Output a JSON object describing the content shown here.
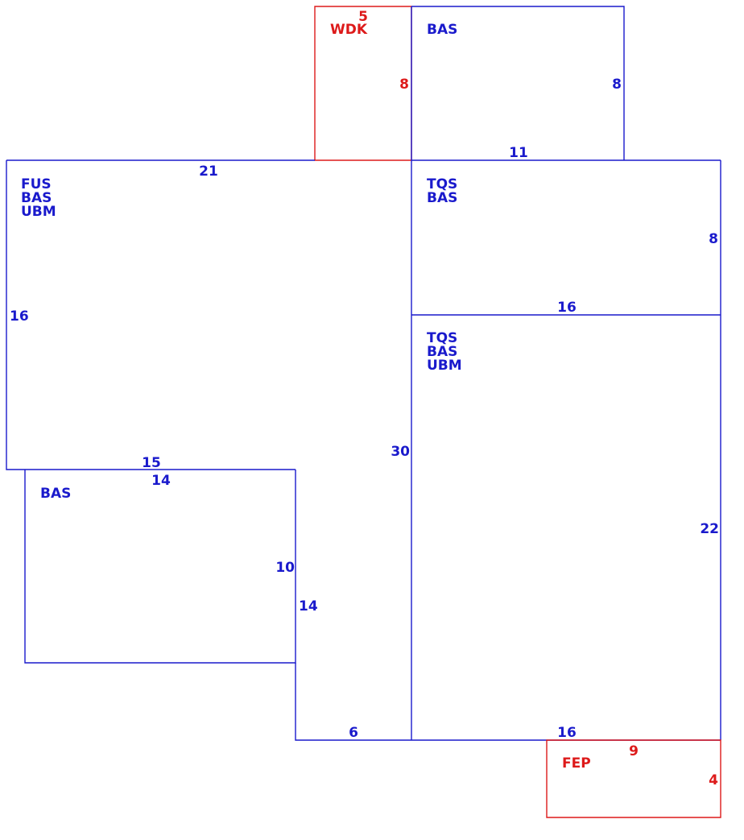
{
  "colors": {
    "main": "#1a1acc",
    "accent": "#dd1a1a",
    "background": "#ffffff"
  },
  "areas": [
    {
      "id": "wdk",
      "codes": [
        "WDK"
      ],
      "color": "accent"
    },
    {
      "id": "upper-right",
      "codes": [
        "BAS"
      ],
      "color": "main"
    },
    {
      "id": "left-main",
      "codes": [
        "FUS",
        "BAS",
        "UBM"
      ],
      "color": "main"
    },
    {
      "id": "right-upper",
      "codes": [
        "TQS",
        "BAS"
      ],
      "color": "main"
    },
    {
      "id": "right-lower",
      "codes": [
        "TQS",
        "BAS",
        "UBM"
      ],
      "color": "main"
    },
    {
      "id": "lower-left",
      "codes": [
        "BAS"
      ],
      "color": "main"
    },
    {
      "id": "fep",
      "codes": [
        "FEP"
      ],
      "color": "accent"
    }
  ],
  "dimensions": [
    {
      "id": "wdk-top",
      "value": "5",
      "color": "accent"
    },
    {
      "id": "wdk-right",
      "value": "8",
      "color": "accent"
    },
    {
      "id": "upper-right-right",
      "value": "8",
      "color": "main"
    },
    {
      "id": "upper-right-bottom",
      "value": "11",
      "color": "main"
    },
    {
      "id": "left-main-top",
      "value": "21",
      "color": "main"
    },
    {
      "id": "left-main-left",
      "value": "16",
      "color": "main"
    },
    {
      "id": "right-upper-right",
      "value": "8",
      "color": "main"
    },
    {
      "id": "right-upper-bottom",
      "value": "16",
      "color": "main"
    },
    {
      "id": "left-main-bottom",
      "value": "15",
      "color": "main"
    },
    {
      "id": "lower-left-top",
      "value": "14",
      "color": "main"
    },
    {
      "id": "center-divider",
      "value": "30",
      "color": "main"
    },
    {
      "id": "right-lower-right",
      "value": "22",
      "color": "main"
    },
    {
      "id": "lower-left-right",
      "value": "10",
      "color": "main"
    },
    {
      "id": "notch-right",
      "value": "14",
      "color": "main"
    },
    {
      "id": "notch-bottom",
      "value": "6",
      "color": "main"
    },
    {
      "id": "right-lower-bottom",
      "value": "16",
      "color": "main"
    },
    {
      "id": "fep-top",
      "value": "9",
      "color": "accent"
    },
    {
      "id": "fep-right",
      "value": "4",
      "color": "accent"
    }
  ]
}
